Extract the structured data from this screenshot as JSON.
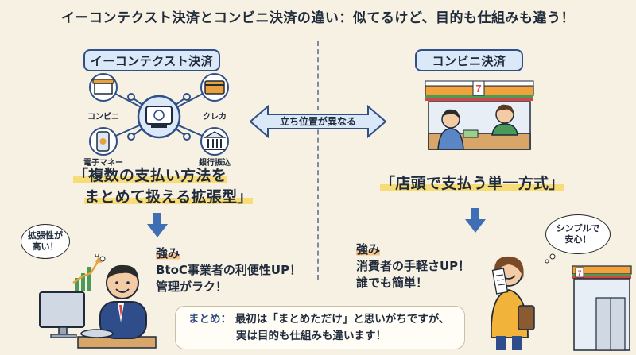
{
  "title": "イーコンテクスト決済とコンビニ決済の違い：似てるけど、目的も仕組みも違う！",
  "left": {
    "heading": "イーコンテクスト決済",
    "hub_items": [
      "コンビニ",
      "クレカ",
      "電子マネー",
      "銀行振込"
    ],
    "quote_line1": "「複数の支払い方法を",
    "quote_line2": "まとめて扱える拡張型」",
    "strength_label": "強み",
    "strength_line1": "BtoC事業者の利便性UP！",
    "strength_line2": "管理がラク！",
    "bubble": "拡張性が高い！"
  },
  "center": {
    "arrow_label": "立ち位置が異なる"
  },
  "right": {
    "heading": "コンビニ決済",
    "quote": "「店頭で支払う単一方式」",
    "strength_label": "強み",
    "strength_line1": "消費者の手軽さUP！",
    "strength_line2": "誰でも簡単！",
    "bubble": "シンプルで安心！"
  },
  "summary": {
    "label": "まとめ：",
    "line1": "最初は「まとめただけ」と思いがちですが、",
    "line2": "実は目的も仕組みも違います！"
  },
  "colors": {
    "background": "#f7f1e3",
    "navy": "#2f4f86",
    "pill_fill": "#dbe8f7",
    "highlight_yellow": "#f7dc78",
    "highlight_orange": "#f5c58a",
    "arrow_blue": "#3e6fb5"
  }
}
